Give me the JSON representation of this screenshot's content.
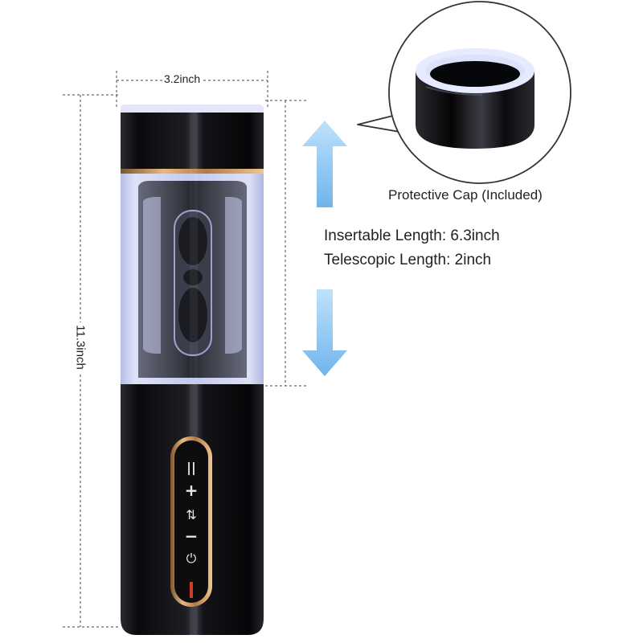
{
  "dimensions": {
    "width_label": "3.2inch",
    "height_label": "11.3inch"
  },
  "callout": {
    "caption": "Protective Cap (Included)"
  },
  "specs": {
    "line1": "Insertable Length: 6.3inch",
    "line2": "Telescopic Length: 2inch"
  },
  "control_panel": {
    "buttons": [
      {
        "symbol": "||",
        "icon": "pause-icon"
      },
      {
        "symbol": "+",
        "icon": "plus-icon"
      },
      {
        "symbol": "⇅",
        "icon": "mode-switch-icon"
      },
      {
        "symbol": "−",
        "icon": "minus-icon"
      },
      {
        "symbol": "⏻",
        "icon": "power-icon"
      }
    ]
  },
  "colors": {
    "body_black": "#0b0b0e",
    "gold_trim": "#c9955a",
    "sleeve_blue": "#c6ccec",
    "arrow_blue": "#8fc6f0",
    "dim_line": "#444444"
  }
}
